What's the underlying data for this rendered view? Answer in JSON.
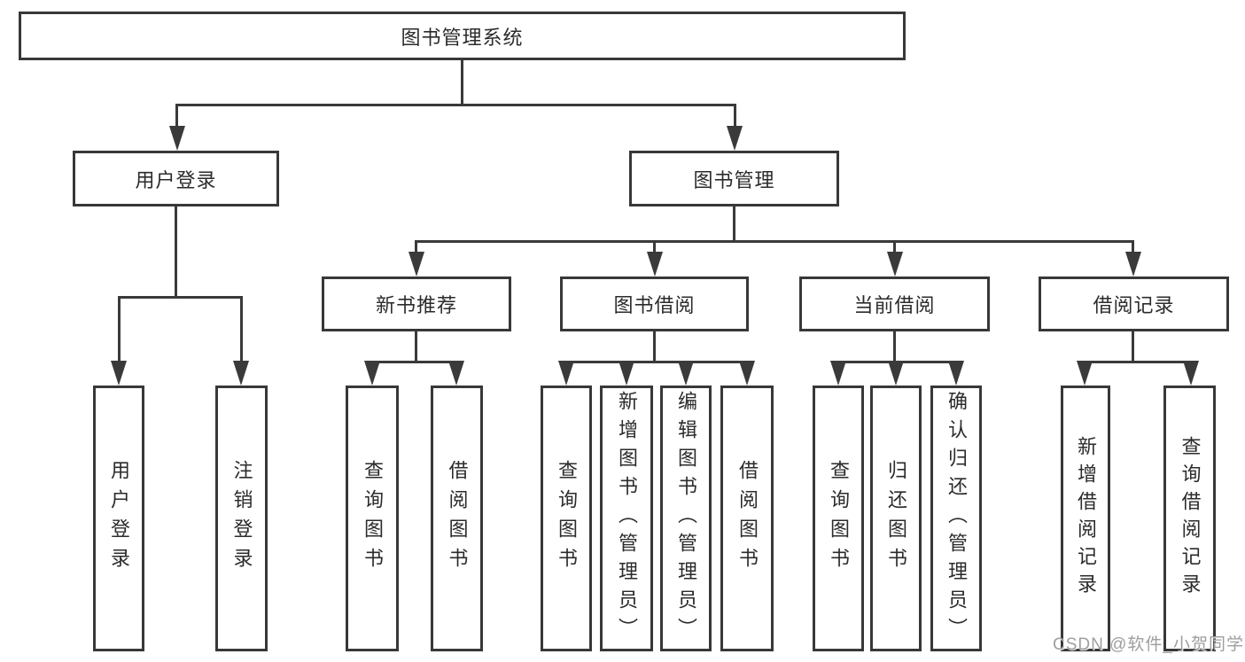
{
  "diagram": {
    "type": "hierarchy-tree",
    "colors": {
      "line": "#3a3a3a",
      "border": "#383838",
      "text": "#2b2b2b",
      "background": "#ffffff",
      "watermark_text_color": "#9e9e9e"
    },
    "tree": {
      "root": {
        "label": "图书管理系统"
      },
      "children": [
        {
          "label": "用户登录",
          "children": [
            {
              "label": "用户登录"
            },
            {
              "label": "注销登录"
            }
          ]
        },
        {
          "label": "图书管理",
          "children": [
            {
              "label": "新书推荐",
              "children": [
                {
                  "label": "查询图书"
                },
                {
                  "label": "借阅图书"
                }
              ]
            },
            {
              "label": "图书借阅",
              "children": [
                {
                  "label": "查询图书"
                },
                {
                  "label": "新增图书（管理员）"
                },
                {
                  "label": "编辑图书（管理员）"
                },
                {
                  "label": "借阅图书"
                }
              ]
            },
            {
              "label": "当前借阅",
              "children": [
                {
                  "label": "查询图书"
                },
                {
                  "label": "归还图书"
                },
                {
                  "label": "确认归还（管理员）"
                }
              ]
            },
            {
              "label": "借阅记录",
              "children": [
                {
                  "label": "新增借阅记录"
                },
                {
                  "label": "查询借阅记录"
                }
              ]
            }
          ]
        }
      ]
    },
    "watermark": {
      "text": "CSDN @软件_小贺同学"
    }
  }
}
